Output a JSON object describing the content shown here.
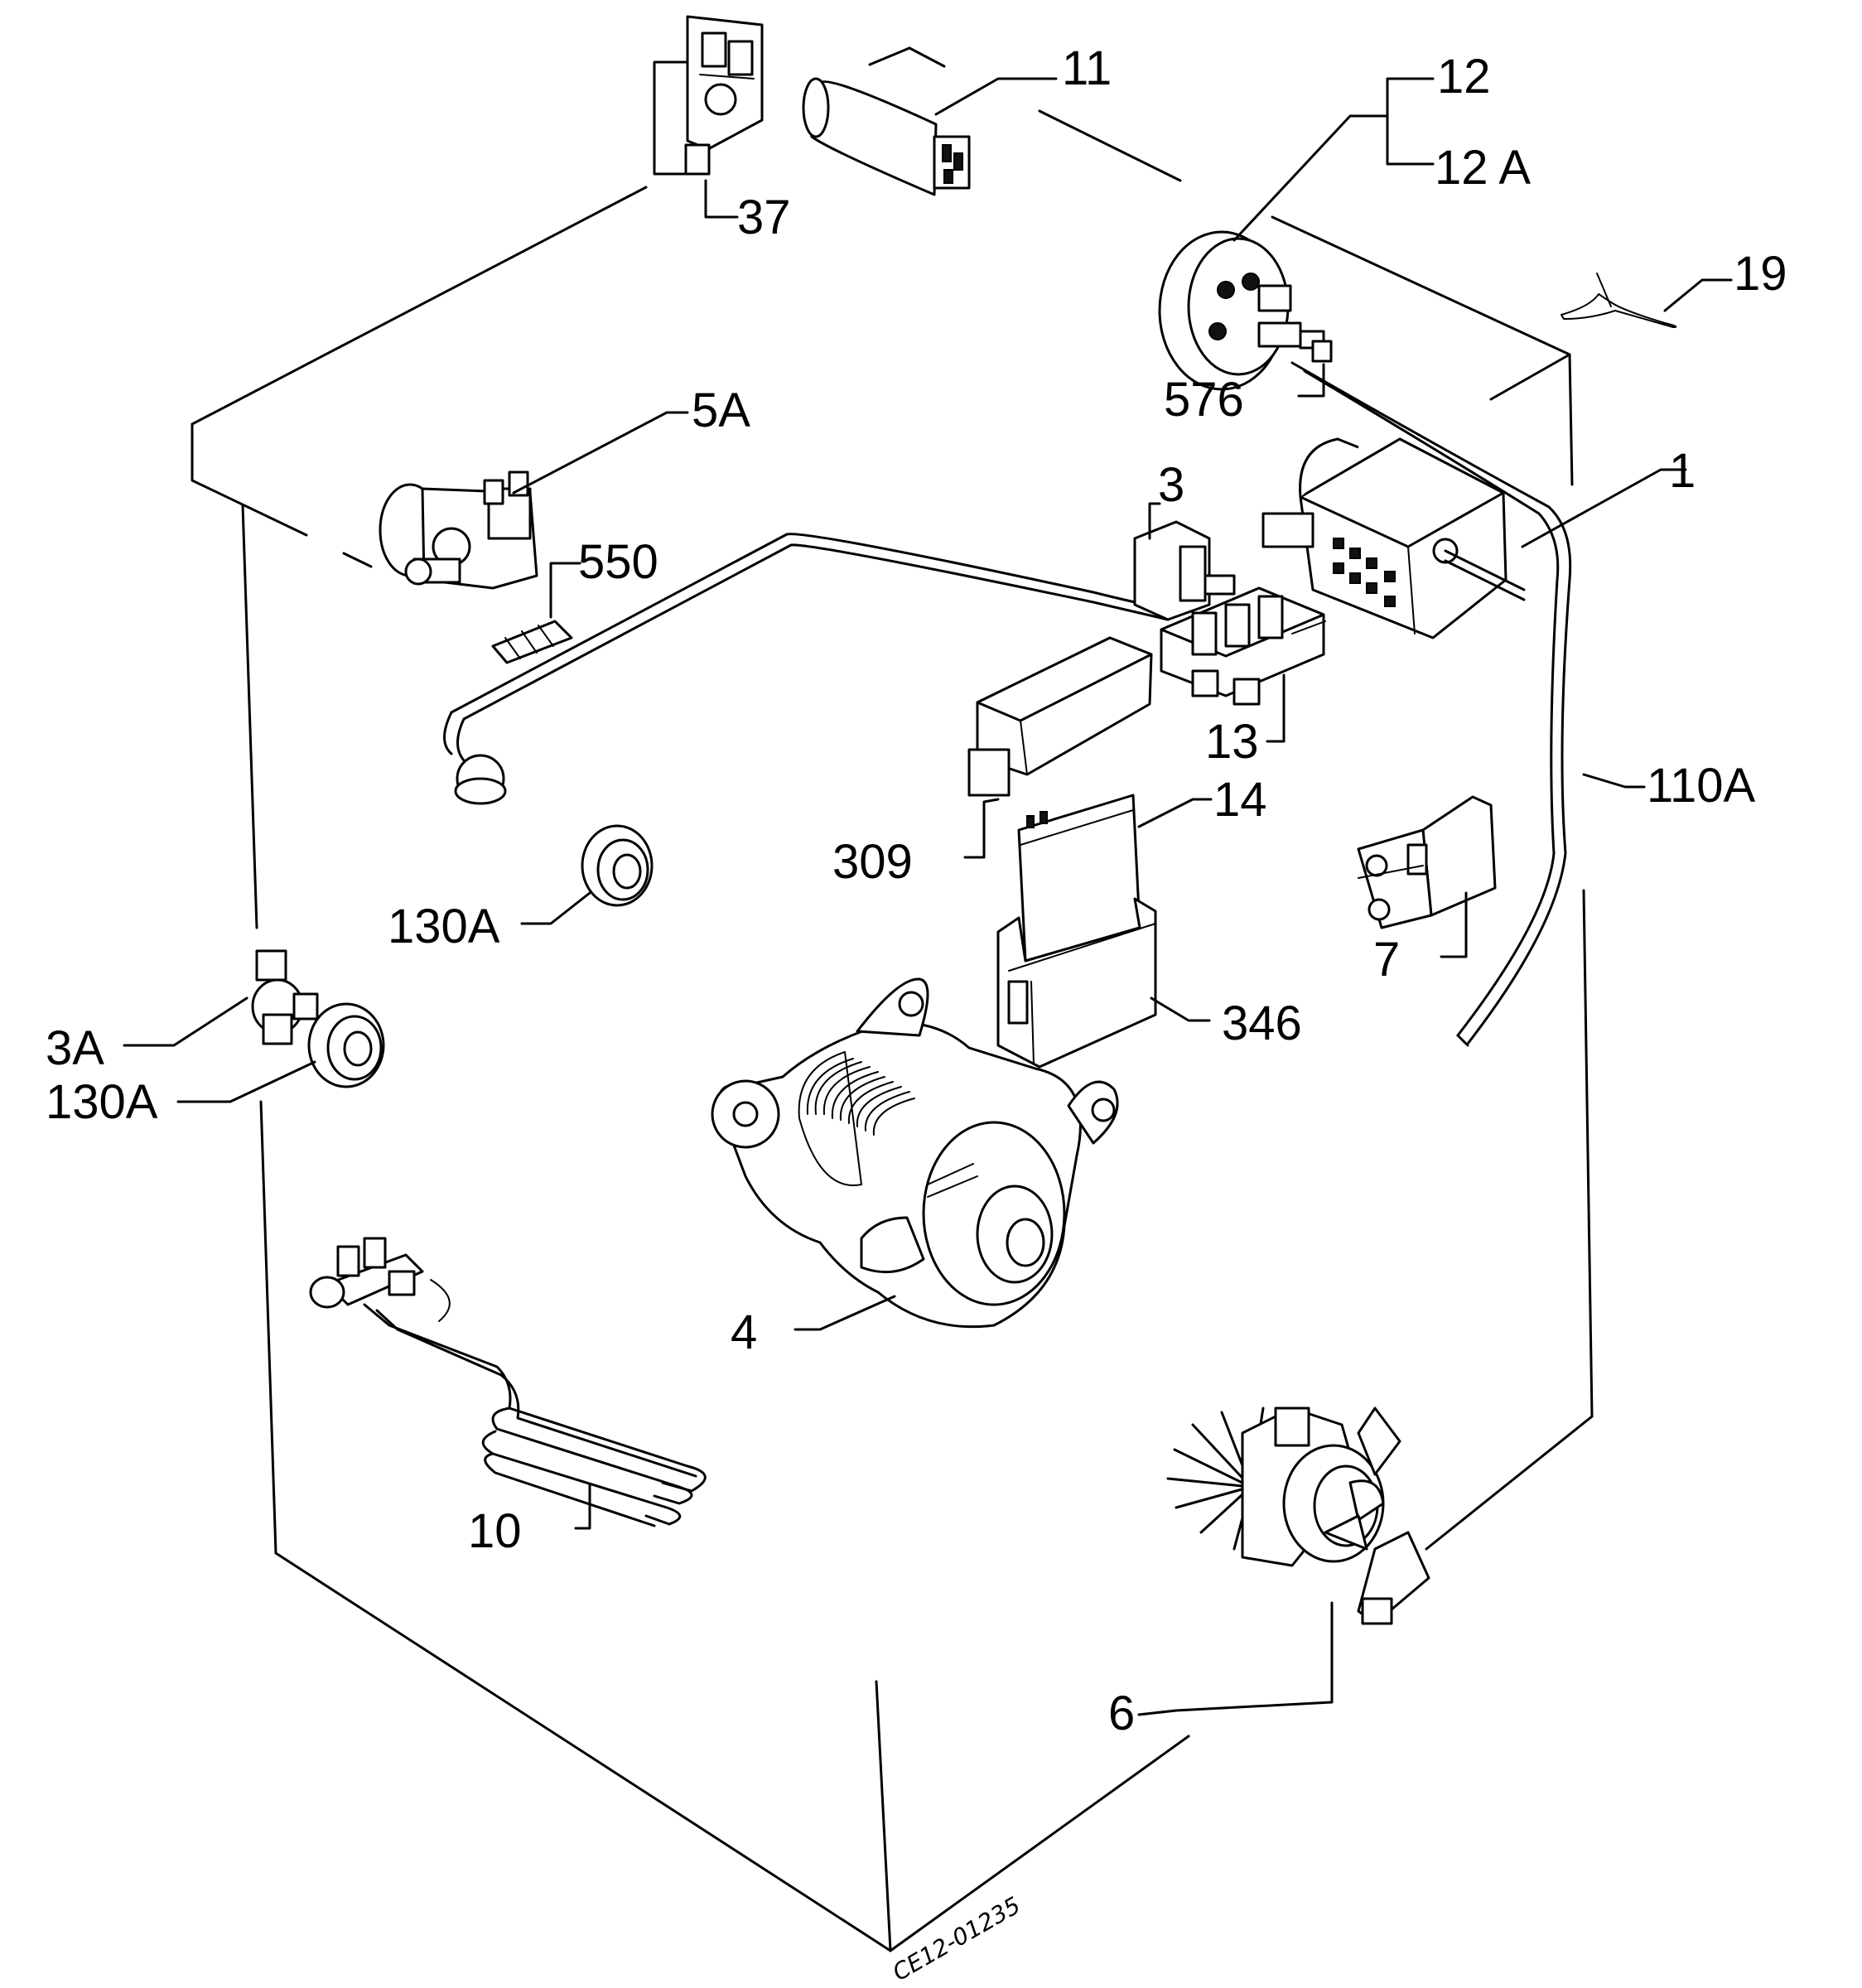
{
  "diagram": {
    "callouts": [
      {
        "id": "37",
        "text": "37"
      },
      {
        "id": "11",
        "text": "11"
      },
      {
        "id": "12",
        "text": "12"
      },
      {
        "id": "12a",
        "text": "12 A"
      },
      {
        "id": "19",
        "text": "19"
      },
      {
        "id": "576",
        "text": "576"
      },
      {
        "id": "5a",
        "text": "5A"
      },
      {
        "id": "550",
        "text": "550"
      },
      {
        "id": "3",
        "text": "3"
      },
      {
        "id": "1",
        "text": "1"
      },
      {
        "id": "13",
        "text": "13"
      },
      {
        "id": "110a",
        "text": "110A"
      },
      {
        "id": "14",
        "text": "14"
      },
      {
        "id": "309",
        "text": "309"
      },
      {
        "id": "130a-upper",
        "text": "130A"
      },
      {
        "id": "7",
        "text": "7"
      },
      {
        "id": "346",
        "text": "346"
      },
      {
        "id": "3a",
        "text": "3A"
      },
      {
        "id": "130a-lower",
        "text": "130A"
      },
      {
        "id": "4",
        "text": "4"
      },
      {
        "id": "10",
        "text": "10"
      },
      {
        "id": "6",
        "text": "6"
      }
    ],
    "drawing_code": "CE12-01235"
  }
}
